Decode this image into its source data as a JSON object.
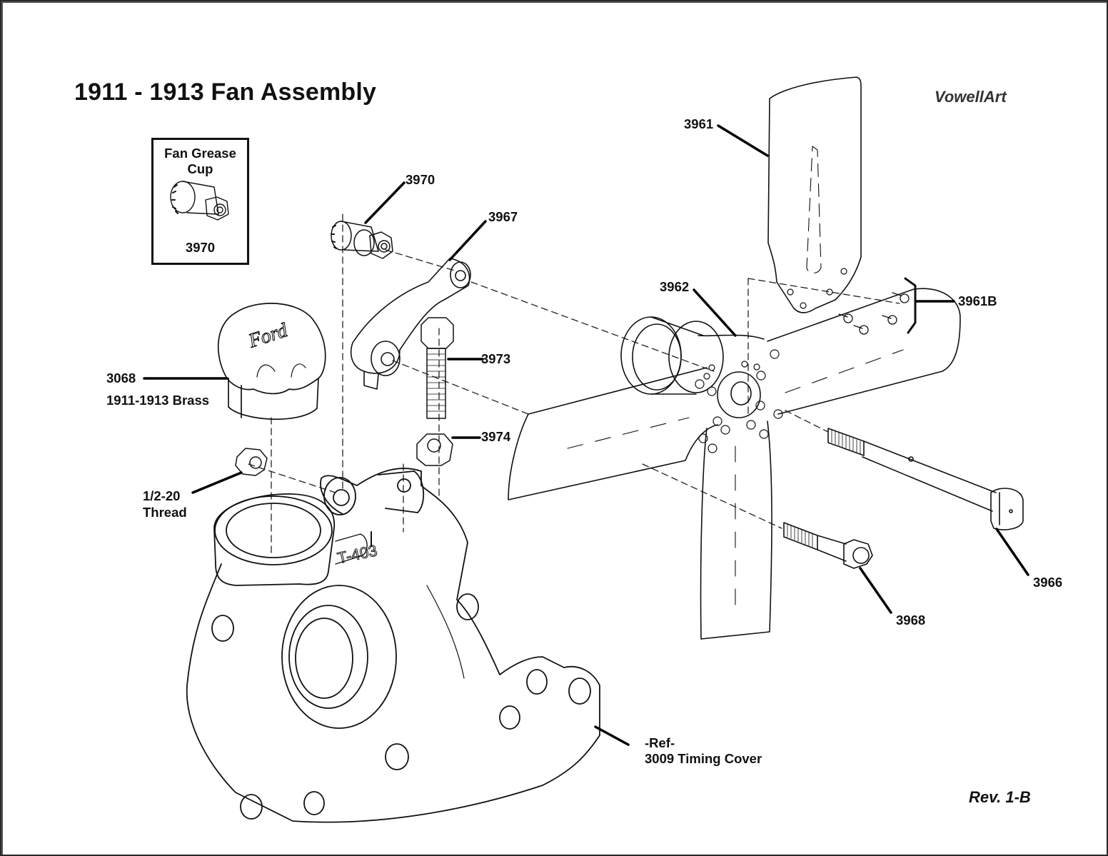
{
  "diagram": {
    "title": "1911 - 1913 Fan Assembly",
    "brand": "VowellArt",
    "revision": "Rev. 1-B",
    "inset": {
      "heading_line1": "Fan Grease",
      "heading_line2": "Cup",
      "part_number": "3970"
    },
    "casting_mark": "T-403",
    "logo_text": "Ford",
    "callouts": {
      "p3961": "3961",
      "p3961b": "3961B",
      "p3962": "3962",
      "p3966": "3966",
      "p3967": "3967",
      "p3968": "3968",
      "p3970": "3970",
      "p3973": "3973",
      "p3974": "3974",
      "p3068": "3068",
      "p3068_note": "1911-1913 Brass",
      "thread_line1": "1/2-20",
      "thread_line2": "Thread",
      "ref_line1": "-Ref-",
      "ref_line2": "3009 Timing Cover"
    }
  }
}
